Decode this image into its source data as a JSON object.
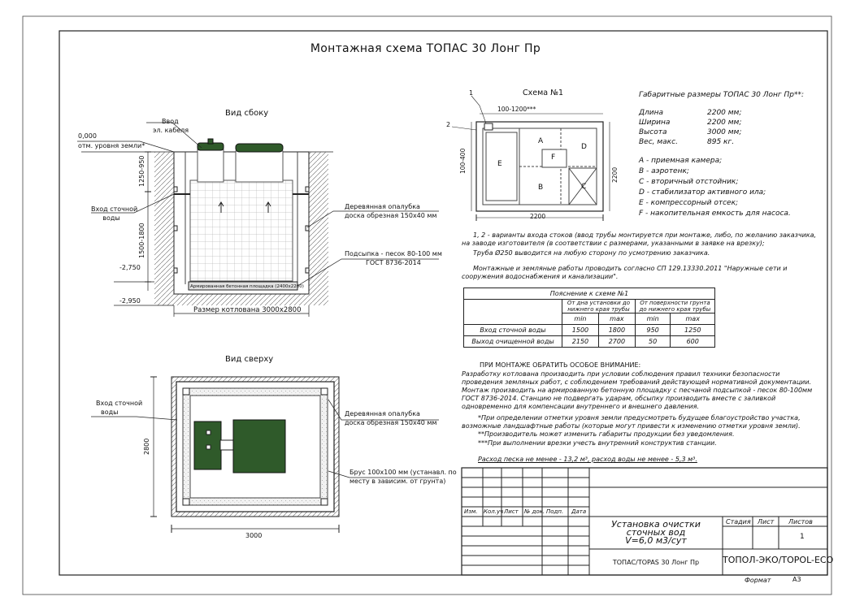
{
  "title": "Монтажная схема ТОПАС 30 Лонг Пр",
  "side_view": {
    "heading": "Вид сбоку",
    "cable_input": [
      "Ввод",
      "эл. кабеля"
    ],
    "ground_level": [
      "0,000",
      "отм. уровня земли*"
    ],
    "depth_1": "1250-950",
    "depth_2": "1500-1800",
    "sewage_inlet": [
      "Вход сточной",
      "воды"
    ],
    "formwork": [
      "Деревянная опалубка",
      "доска обрезная 150х40 мм"
    ],
    "backfill": [
      "Подсыпка - песок 80-100 мм",
      "ГОСТ 8736-2014"
    ],
    "level_2750": "-2,750",
    "level_2950": "-2,950",
    "slab": "Армированная бетонная площадка (2400х2200)",
    "pit_size": "Размер котлована 3000х2800"
  },
  "top_view": {
    "heading": "Вид сверху",
    "sewage_inlet": [
      "Вход сточной",
      "воды"
    ],
    "formwork": [
      "Деревянная опалубка",
      "доска обрезная 150х40 мм"
    ],
    "beam": [
      "Брус 100х100 мм (устанавл. по",
      "месту в зависим. от грунта)"
    ],
    "dim_height": "2800",
    "dim_width": "3000"
  },
  "scheme": {
    "heading": "Схема №1",
    "mark_1": "1",
    "mark_2": "2",
    "dim_top": "100-1200***",
    "dim_left": "100-400",
    "dim_right": "2200",
    "dim_bottom": "2200",
    "zones": [
      "A",
      "B",
      "C",
      "D",
      "E",
      "F"
    ]
  },
  "dimensions": {
    "heading": "Габаритные размеры ТОПАС 30 Лонг Пр**:",
    "rows": [
      {
        "label": "Длина",
        "value": "2200 мм;"
      },
      {
        "label": "Ширина",
        "value": "2200 мм;"
      },
      {
        "label": "Высота",
        "value": "3000 мм;"
      },
      {
        "label": "Вес, макс.",
        "value": "895 кг."
      }
    ]
  },
  "legend": [
    "А - приемная камера;",
    "В - аэротенк;",
    "С - вторичный отстойник;",
    "D - стабилизатор активного ила;",
    "Е - компрессорный отсек;",
    "F - накопительная емкость для насоса."
  ],
  "notes": {
    "variants": "1, 2 - варианты входа стоков (ввод трубы монтируется при монтаже, либо, по желанию заказчика, на заводе изготовителя (в соответствии с размерами, указанными в заявке на врезку);",
    "pipe": "Труба Ø250 выводится на любую сторону по усмотрению заказчика.",
    "works": "Монтажные и земляные работы проводить согласно СП 129.13330.2011 \"Наружные сети и сооружения водоснабжения и канализации\"."
  },
  "table": {
    "caption": "Пояснение к схеме №1",
    "col_group_1": "От дна установки до нижнего края трубы",
    "col_group_2": "От поверхности грунта до нижнего края трубы",
    "sub_headers": [
      "min",
      "max",
      "min",
      "max"
    ],
    "rows": [
      {
        "name": "Вход сточной воды",
        "values": [
          "1500",
          "1800",
          "950",
          "1250"
        ]
      },
      {
        "name": "Выход очищенной воды",
        "values": [
          "2150",
          "2700",
          "50",
          "600"
        ]
      }
    ]
  },
  "attention": {
    "heading": "ПРИ МОНТАЖЕ ОБРАТИТЬ ОСОБОЕ ВНИМАНИЕ:",
    "body": "Разработку котлована производить при условии соблюдения правил техники безопасности проведения земляных работ, с соблюдением требований действующей нормативной документации. Монтаж производить на армированную бетонную площадку с песчаной подсыпкой - песок 80-100мм ГОСТ 8736-2014. Станцию не подвергать ударам, обсыпку производить вместе с заливкой одновременно для компенсации внутреннего и внешнего давления.",
    "note1": "*При определении отметки уровня земли предусмотреть будущее благоустройство участка, возможные ландшафтные работы (которые могут привести к изменению отметки уровня земли).",
    "note2": "**Производитель может изменить габариты продукции без уведомления.",
    "note3": "***При выполнении врезки учесть внутренний конструктив станции.",
    "consumption": "Расход песка не менее - 13,2 м³, расход воды не менее - 5,3 м³."
  },
  "title_block": {
    "cols": [
      "Изм.",
      "Кол.уч",
      "Лист",
      "№ док.",
      "Подп.",
      "Дата"
    ],
    "name": [
      "Установка очистки",
      "сточных вод",
      "V=6,0 м3/сут"
    ],
    "stage": "Стадия",
    "sheet": "Лист",
    "sheets": "Листов",
    "sheets_value": "1",
    "product": "ТОПАС/TOPAS 30 Лонг Пр",
    "company": "ТОПОЛ-ЭКО/TOPOL-ECO",
    "format_label": "Формат",
    "format_value": "А3"
  }
}
